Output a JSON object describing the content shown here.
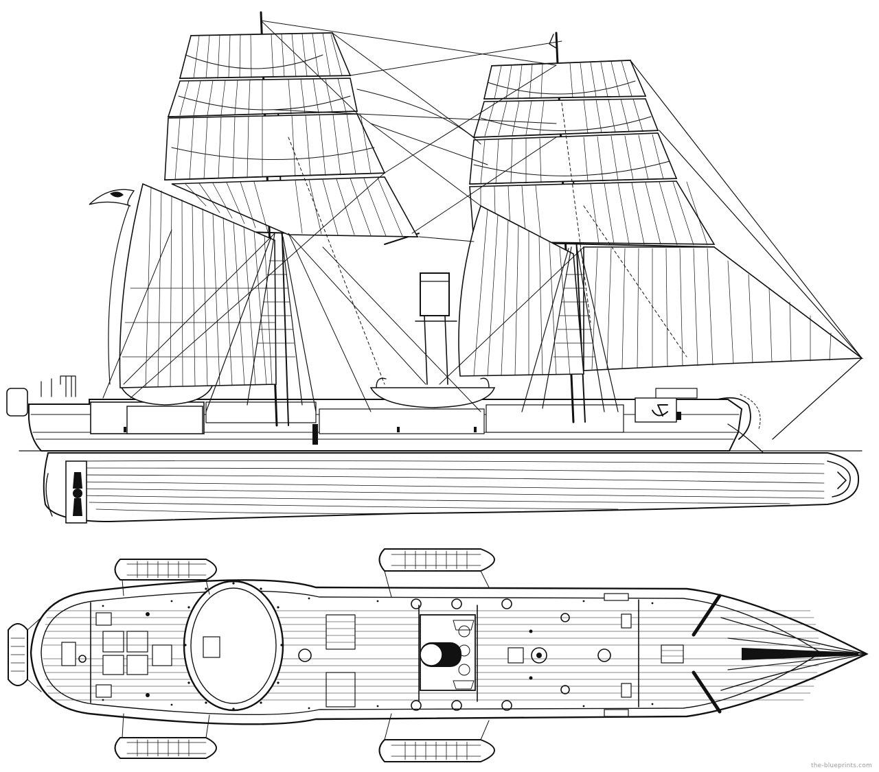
{
  "colors": {
    "ink": "#111111",
    "paper": "#ffffff",
    "watermark": "#9a9a9a"
  },
  "views": {
    "profile": {
      "name": "side-elevation"
    },
    "plan": {
      "name": "deck-plan"
    }
  },
  "watermark": {
    "text": "the-blueprints.com"
  }
}
